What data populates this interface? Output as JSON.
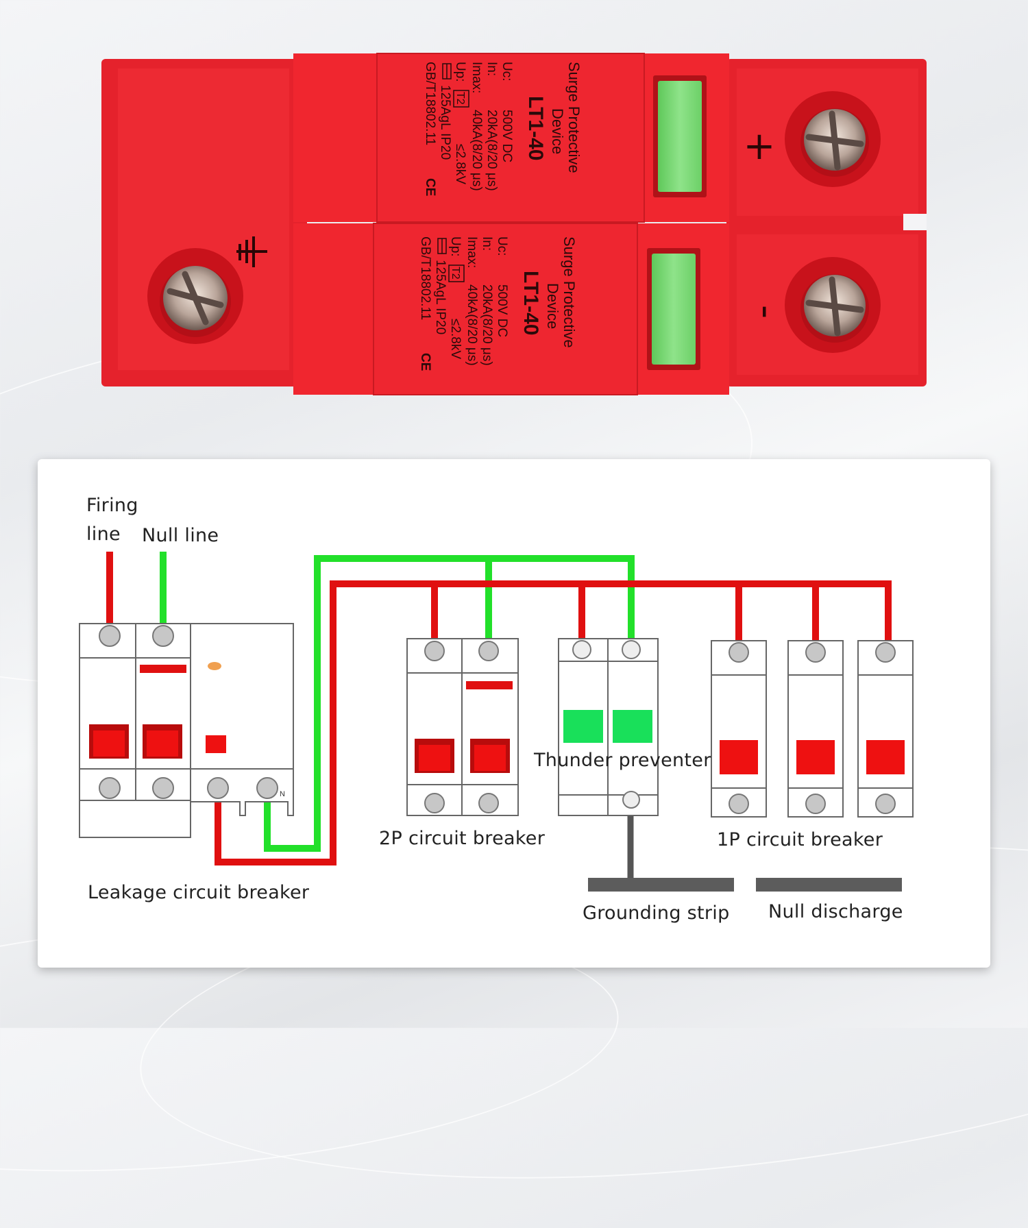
{
  "device": {
    "module_top": {
      "title_line1": "Surge Protective",
      "title_line2": "Device",
      "model": "LT1-40",
      "uc_label": "Uc:",
      "uc_value": "500V DC",
      "in_label": "In:",
      "in_value": "20kA(8/20 μs)",
      "imax_label": "Imax:",
      "imax_value": "40kA(8/20 μs)",
      "up_label": "Up:",
      "up_value": "≤2.8kV",
      "class_badge": "T2",
      "fuse_rating": "125AgL IP20",
      "standard": "GB/T18802.11",
      "ce_mark": "CE"
    },
    "module_bottom": {
      "title_line1": "Surge Protective",
      "title_line2": "Device",
      "model": "LT1-40",
      "uc_label": "Uc:",
      "uc_value": "500V DC",
      "in_label": "In:",
      "in_value": "20kA(8/20 μs)",
      "imax_label": "Imax:",
      "imax_value": "40kA(8/20 μs)",
      "up_label": "Up:",
      "up_value": "≤2.8kV",
      "class_badge": "T2",
      "fuse_rating": "125AgL IP20",
      "standard": "GB/T18802.11",
      "ce_mark": "CE"
    },
    "plus_symbol": "+",
    "minus_symbol": "-",
    "ground_symbol": "ground-icon",
    "colors": {
      "housing": "#e8202a",
      "indicator": "#7fdc7a"
    }
  },
  "diagram": {
    "labels": {
      "firing_line_1": "Firing",
      "firing_line_2": "line",
      "null_line": "Null line",
      "leakage_breaker": "Leakage circuit breaker",
      "two_pole_breaker": "2P circuit breaker",
      "thunder_preventer": "Thunder preventer",
      "one_pole_breaker": "1P circuit breaker",
      "grounding_strip": "Grounding strip",
      "null_discharge": "Null discharge",
      "rcd_terminal_n": "N"
    },
    "colors": {
      "live_wire": "#e01010",
      "neutral_wire": "#22e02a",
      "ground_wire": "#555555",
      "breaker_handle": "#ee1111",
      "spd_window": "#19e05a"
    }
  }
}
